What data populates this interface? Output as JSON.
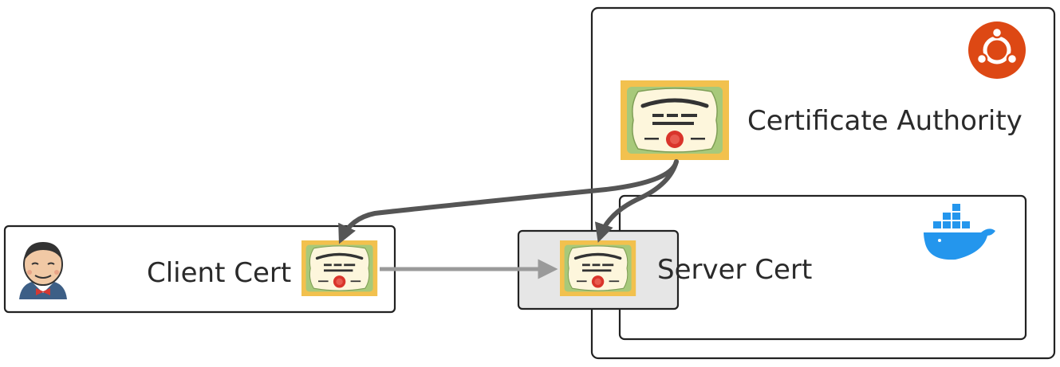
{
  "labels": {
    "ca": "Certificate Authority",
    "client": "Client Cert",
    "server": "Server Cert"
  },
  "colors": {
    "ubuntu": "#dd4814",
    "docker": "#2496ed",
    "cert_frame": "#f2c14e",
    "cert_border": "#a7c97a",
    "cert_paper": "#fdf6dc",
    "seal": "#d9342b",
    "arrow_dark": "#555555",
    "arrow_light": "#9a9a9a",
    "server_box_fill": "#e6e6e6"
  },
  "icons": {
    "host": "ubuntu-logo-icon",
    "container": "docker-whale-icon",
    "client_app": "jenkins-butler-icon",
    "certificate": "certificate-icon"
  }
}
